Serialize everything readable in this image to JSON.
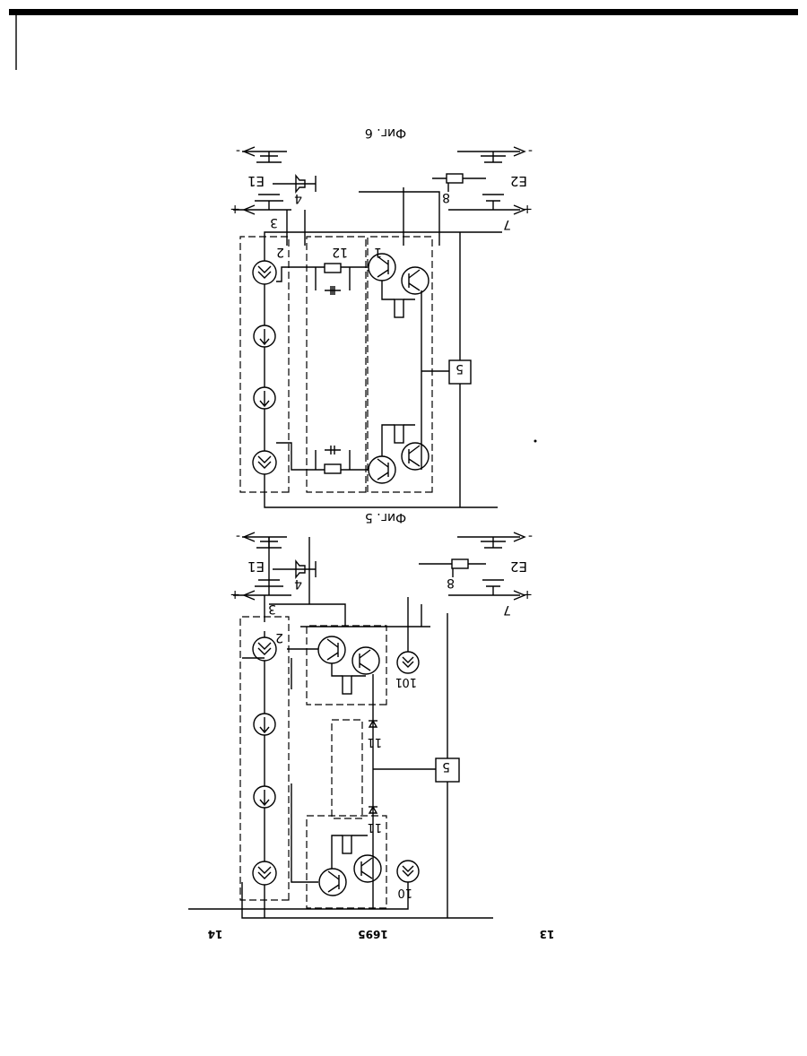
{
  "page": {
    "left_page_number": "13",
    "center_document_number": "1695",
    "right_page_number": "14"
  },
  "figure_5": {
    "caption": "Фиг. 5",
    "labels": {
      "ref_2": "2",
      "ref_3": "3",
      "ref_4": "4",
      "ref_5": "5",
      "ref_7": "7",
      "ref_8": "8",
      "ref_10": "10",
      "ref_10_1": "10",
      "ref_1": "1",
      "ref_11_a": "11",
      "ref_11_b": "11",
      "e1": "E1",
      "e2": "E2",
      "plus_left": "+",
      "minus_left": "-",
      "plus_right": "+",
      "minus_right": "-"
    }
  },
  "figure_6": {
    "caption": "Фиг. 6",
    "labels": {
      "ref_1": "1",
      "ref_2": "2",
      "ref_3": "3",
      "ref_4": "4",
      "ref_5": "5",
      "ref_7": "7",
      "ref_8": "8",
      "ref_12": "12",
      "e1": "E1",
      "e2": "E2",
      "plus_left": "+",
      "minus_left": "-",
      "plus_right": "+",
      "minus_right": "-"
    }
  }
}
